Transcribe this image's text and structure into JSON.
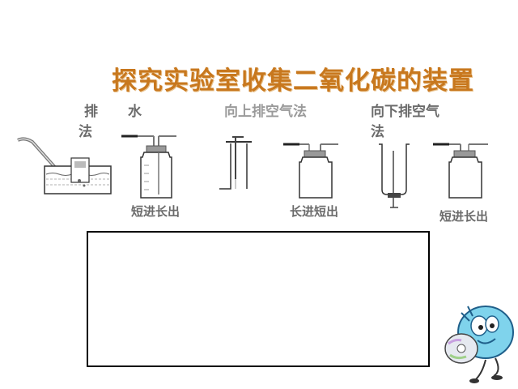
{
  "slide": {
    "title": "探究实验室收集二氧化碳的装置",
    "methods": {
      "water_part1": "排",
      "water_part2": "水",
      "water_part3": "法",
      "upward_air": "向上排空气法",
      "downward_air_line1": "向下排空气",
      "downward_air_line2": "法"
    },
    "captions": {
      "bottle_1": "短进长出",
      "bottle_2": "长进短出",
      "bottle_3": "短进长出"
    }
  },
  "colors": {
    "title": "#c8781e",
    "label_dark": "#6b6b6b",
    "label_gray": "#9a9a9a",
    "box_border": "#000000"
  }
}
